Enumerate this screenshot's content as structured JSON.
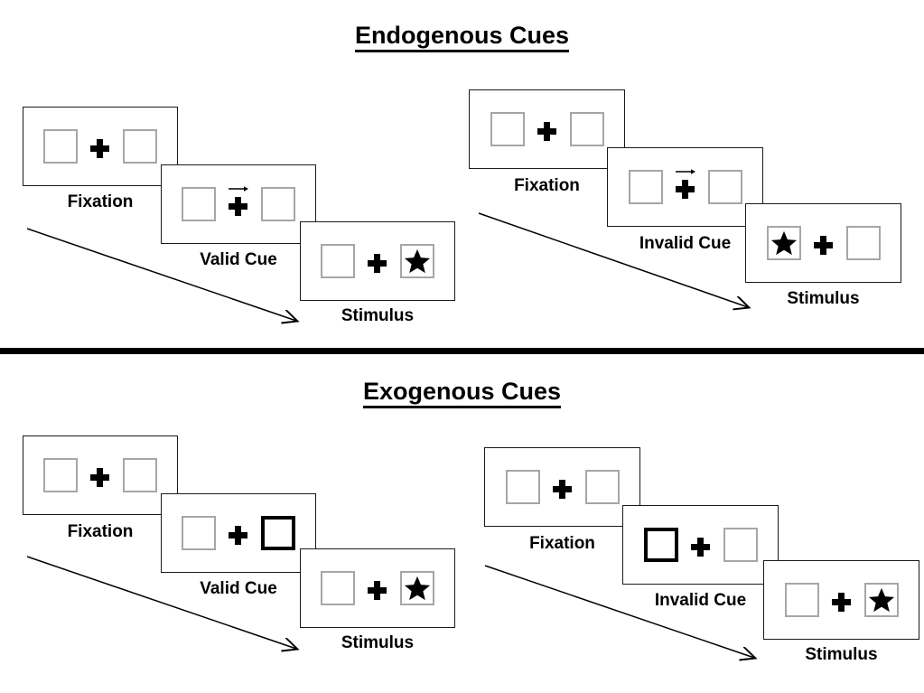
{
  "figure": {
    "sections": [
      {
        "id": "endogenous",
        "title": "Endogenous Cues",
        "sequences": [
          {
            "id": "endogenous-valid",
            "condition": "valid",
            "screens": [
              {
                "label": "Fixation",
                "cue": "none",
                "cue_side": "none",
                "target_side": "none"
              },
              {
                "label": "Valid Cue",
                "cue": "arrow",
                "cue_side": "right",
                "target_side": "none"
              },
              {
                "label": "Stimulus",
                "cue": "none",
                "cue_side": "none",
                "target_side": "right"
              }
            ]
          },
          {
            "id": "endogenous-invalid",
            "condition": "invalid",
            "screens": [
              {
                "label": "Fixation",
                "cue": "none",
                "cue_side": "none",
                "target_side": "none"
              },
              {
                "label": "Invalid Cue",
                "cue": "arrow",
                "cue_side": "right",
                "target_side": "none"
              },
              {
                "label": "Stimulus",
                "cue": "none",
                "cue_side": "none",
                "target_side": "left"
              }
            ]
          }
        ]
      },
      {
        "id": "exogenous",
        "title": "Exogenous Cues",
        "sequences": [
          {
            "id": "exogenous-valid",
            "condition": "valid",
            "screens": [
              {
                "label": "Fixation",
                "cue": "none",
                "cue_side": "none",
                "target_side": "none"
              },
              {
                "label": "Valid Cue",
                "cue": "box",
                "cue_side": "right",
                "target_side": "none"
              },
              {
                "label": "Stimulus",
                "cue": "none",
                "cue_side": "none",
                "target_side": "right"
              }
            ]
          },
          {
            "id": "exogenous-invalid",
            "condition": "invalid",
            "screens": [
              {
                "label": "Fixation",
                "cue": "none",
                "cue_side": "none",
                "target_side": "none"
              },
              {
                "label": "Invalid Cue",
                "cue": "box",
                "cue_side": "left",
                "target_side": "none"
              },
              {
                "label": "Stimulus",
                "cue": "none",
                "cue_side": "none",
                "target_side": "right"
              }
            ]
          }
        ]
      }
    ],
    "icons": {
      "target": "star-icon",
      "fixation": "plus-icon",
      "endogenous_cue": "right-arrow-icon",
      "time_flow": "diagonal-arrow-icon"
    },
    "colors": {
      "ink": "#000000",
      "frame": "#1a1a1a",
      "box_outline": "#a6a6a6",
      "cued_box_outline": "#000000",
      "background": "#ffffff"
    }
  }
}
